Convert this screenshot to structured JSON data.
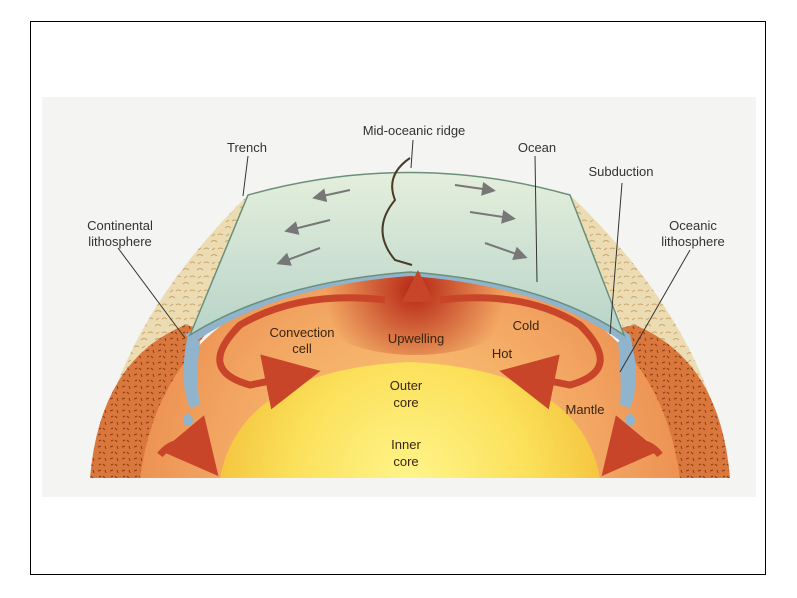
{
  "labels": {
    "mid_oceanic_ridge": "Mid-oceanic ridge",
    "trench": "Trench",
    "ocean": "Ocean",
    "subduction": "Subduction",
    "continental_1": "Continental",
    "continental_2": "lithosphere",
    "oceanic_1": "Oceanic",
    "oceanic_2": "lithosphere",
    "convection_1": "Convection",
    "convection_2": "cell",
    "upwelling": "Upwelling",
    "cold": "Cold",
    "hot": "Hot",
    "outer_core_1": "Outer",
    "outer_core_2": "core",
    "inner_core_1": "Inner",
    "inner_core_2": "core",
    "mantle": "Mantle"
  },
  "colors": {
    "mantle": "#f0a060",
    "mantle_hot": "#c83a1c",
    "outer_core": "#f7c24a",
    "inner_core": "#fff27a",
    "ocean_crust": "#cfe3d2",
    "lithosphere": "#8fb4cc",
    "continent": "#e9d9b0",
    "convection_arrow": "#c8452a"
  }
}
